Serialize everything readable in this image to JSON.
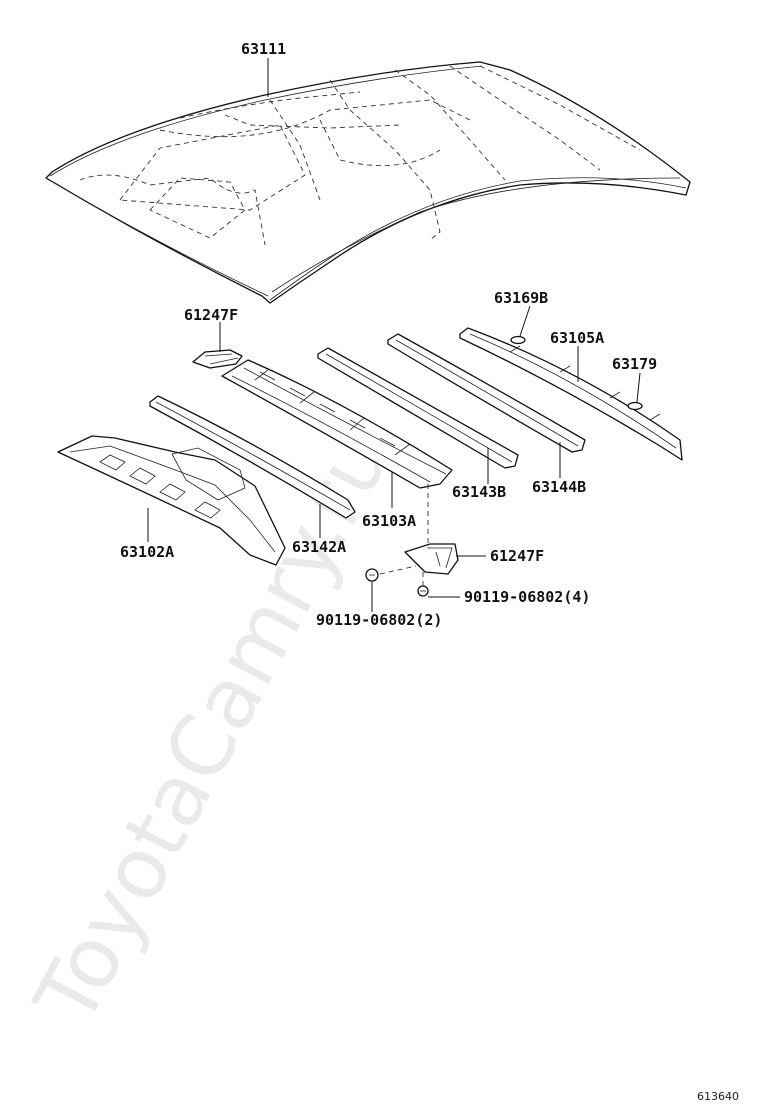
{
  "diagram": {
    "labels": {
      "p63111": "63111",
      "p61247F_top": "61247F",
      "p63169B": "63169B",
      "p63105A": "63105A",
      "p63179": "63179",
      "p63143B": "63143B",
      "p63144B": "63144B",
      "p63103A": "63103A",
      "p63102A": "63102A",
      "p63142A": "63142A",
      "p61247F_bottom": "61247F",
      "p90119_4": "90119-06802(4)",
      "p90119_2": "90119-06802(2)"
    },
    "watermark": "ToyotaCamry.ru",
    "diagram_code": "613640"
  }
}
